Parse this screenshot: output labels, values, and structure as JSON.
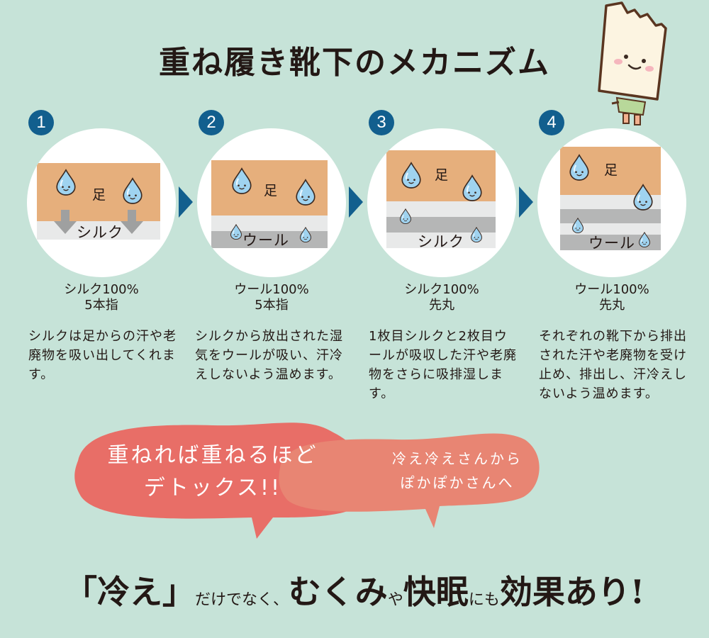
{
  "title": "重ね履き靴下のメカニズム",
  "colors": {
    "background": "#c6e3d8",
    "step_badge": "#125f8e",
    "foot": "#e6af7c",
    "silk_layer": "#e8e9e9",
    "wool_layer": "#b5b6b6",
    "bubble_main": "#e86e67",
    "bubble_secondary": "#e88573",
    "text": "#231815"
  },
  "mascot": {
    "icon": "sock-mascot-icon"
  },
  "steps": [
    {
      "number": "1",
      "foot_label": "足",
      "layer_label": "シルク",
      "caption_line1": "シルク100%",
      "caption_line2": "5本指",
      "description": "シルクは足からの汗や老廃物を吸い出してくれます。"
    },
    {
      "number": "2",
      "foot_label": "足",
      "layer_label": "ウール",
      "caption_line1": "ウール100%",
      "caption_line2": "5本指",
      "description": "シルクから放出された湿気をウールが吸い、汗冷えしないよう温めます。"
    },
    {
      "number": "3",
      "foot_label": "足",
      "layer_label": "シルク",
      "caption_line1": "シルク100%",
      "caption_line2": "先丸",
      "description": "1枚目シルクと2枚目ウールが吸収した汗や老廃物をさらに吸排湿します。"
    },
    {
      "number": "4",
      "foot_label": "足",
      "layer_label": "ウール",
      "caption_line1": "ウール100%",
      "caption_line2": "先丸",
      "description": "それぞれの靴下から排出された汗や老廃物を受け止め、排出し、汗冷えしないよう温めます。"
    }
  ],
  "bubbles": {
    "main_line1": "重ねれば重ねるほど",
    "main_line2": "デトックス!!",
    "secondary_line1": "冷え冷えさんから",
    "secondary_line2": "ぽかぽかさんへ"
  },
  "bottom": {
    "part1": "「冷え」",
    "part2": "だけでなく、",
    "part3": "むくみ",
    "part4": "や",
    "part5": "快眠",
    "part6": "にも",
    "part7": "効果あり!"
  }
}
